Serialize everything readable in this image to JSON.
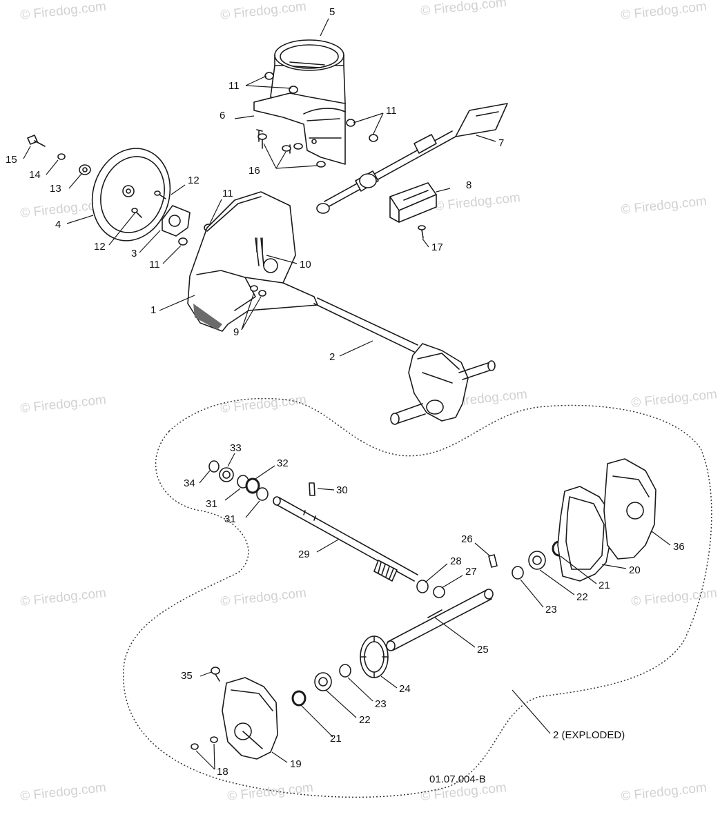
{
  "diagram": {
    "figure_code": "01.07.004-B",
    "callout_exploded": "2 (EXPLODED)",
    "watermark": "© Firedog.com",
    "callouts": {
      "c1": "1",
      "c2": "2",
      "c3": "3",
      "c4": "4",
      "c5": "5",
      "c6": "6",
      "c7": "7",
      "c8": "8",
      "c9": "9",
      "c10": "10",
      "c11a": "11",
      "c11b": "11",
      "c11c": "11",
      "c11d": "11",
      "c12a": "12",
      "c12b": "12",
      "c13": "13",
      "c14": "14",
      "c15": "15",
      "c16": "16",
      "c17": "17",
      "c18": "18",
      "c19": "19",
      "c20": "20",
      "c21a": "21",
      "c21b": "21",
      "c22a": "22",
      "c22b": "22",
      "c23a": "23",
      "c23b": "23",
      "c24": "24",
      "c25": "25",
      "c26": "26",
      "c27": "27",
      "c28": "28",
      "c29": "29",
      "c30": "30",
      "c31a": "31",
      "c31b": "31",
      "c32": "32",
      "c33": "33",
      "c34": "34",
      "c35": "35",
      "c36": "36"
    }
  }
}
